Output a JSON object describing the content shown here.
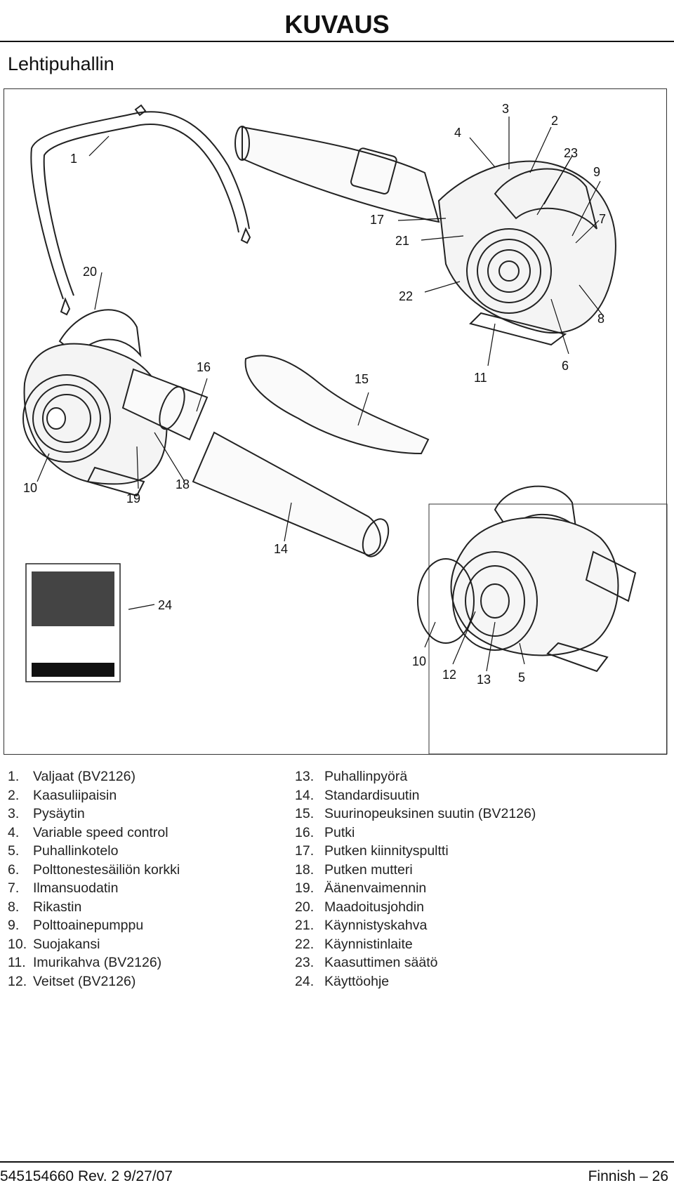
{
  "header": {
    "section": "KUVAUS",
    "heading": "Lehtipuhallin"
  },
  "figure": {
    "callouts": [
      "1",
      "2",
      "3",
      "4",
      "5",
      "6",
      "7",
      "8",
      "9",
      "10",
      "10",
      "11",
      "12",
      "13",
      "14",
      "15",
      "16",
      "17",
      "18",
      "19",
      "20",
      "21",
      "22",
      "23",
      "24"
    ]
  },
  "parts": [
    {
      "num": "1.",
      "label": "Valjaat (BV2126)"
    },
    {
      "num": "2.",
      "label": "Kaasuliipaisin"
    },
    {
      "num": "3.",
      "label": "Pysäytin"
    },
    {
      "num": "4.",
      "label": "Variable speed control"
    },
    {
      "num": "5.",
      "label": "Puhallinkotelo"
    },
    {
      "num": "6.",
      "label": "Polttonestesäiliön korkki"
    },
    {
      "num": "7.",
      "label": "Ilmansuodatin"
    },
    {
      "num": "8.",
      "label": "Rikastin"
    },
    {
      "num": "9.",
      "label": "Polttoainepumppu"
    },
    {
      "num": "10.",
      "label": "Suojakansi"
    },
    {
      "num": "11.",
      "label": "Imurikahva (BV2126)"
    },
    {
      "num": "12.",
      "label": "Veitset (BV2126)"
    },
    {
      "num": "13.",
      "label": "Puhallinpyörä"
    },
    {
      "num": "14.",
      "label": "Standardisuutin"
    },
    {
      "num": "15.",
      "label": "Suurinopeuksinen suutin (BV2126)"
    },
    {
      "num": "16.",
      "label": "Putki"
    },
    {
      "num": "17.",
      "label": "Putken kiinnityspultti"
    },
    {
      "num": "18.",
      "label": "Putken mutteri"
    },
    {
      "num": "19.",
      "label": "Äänenvaimennin"
    },
    {
      "num": "20.",
      "label": "Maadoitusjohdin"
    },
    {
      "num": "21.",
      "label": "Käynnistyskahva"
    },
    {
      "num": "22.",
      "label": "Käynnistinlaite"
    },
    {
      "num": "23.",
      "label": "Kaasuttimen säätö"
    },
    {
      "num": "24.",
      "label": "Käyttöohje"
    }
  ],
  "footer": {
    "doc": "545154660  Rev. 2   9/27/07",
    "page": "Finnish – 26"
  }
}
